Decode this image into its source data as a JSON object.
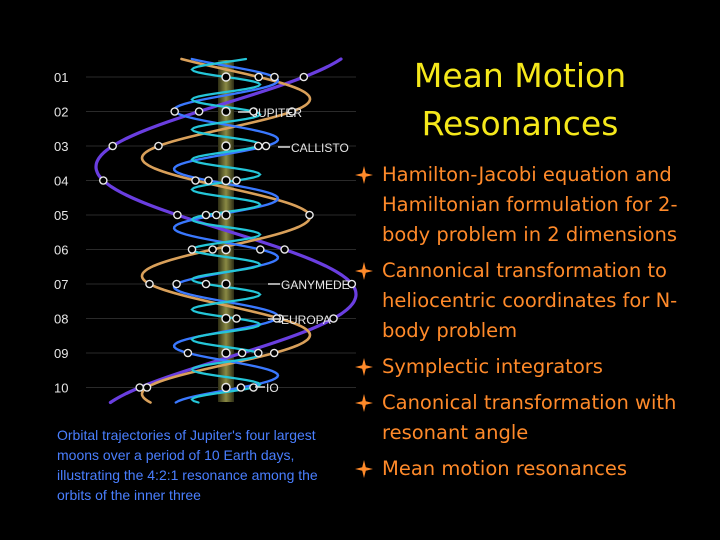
{
  "figure": {
    "time_labels": [
      "01",
      "02",
      "03",
      "04",
      "05",
      "06",
      "07",
      "08",
      "09",
      "10"
    ],
    "moon_labels": {
      "jupiter": "JUPITER",
      "callisto": "CALLISTO",
      "ganymede": "GANYMEDE",
      "europa": "EUROPA",
      "io": "IO"
    },
    "colors": {
      "callisto": "#6a3ee0",
      "ganymede": "#d9a05a",
      "europa": "#3a78ff",
      "io": "#24c6d8",
      "jupiter": "#8a8a44"
    }
  },
  "caption": "Orbital trajectories of Jupiter's four largest moons over a period of 10 Earth days, illustrating the 4:2:1 resonance among the orbits of the inner three",
  "title": {
    "line1": "Mean Motion",
    "line2": "Resonances",
    "color": "#f5e81b"
  },
  "bullets": [
    "Hamilton-Jacobi equation and Hamiltonian formulation for 2-body problem in 2 dimensions",
    "Cannonical transformation to heliocentric coordinates for N-body problem",
    "Symplectic integrators",
    "Canonical transformation with resonant angle",
    "Mean motion resonances"
  ],
  "bullet_color": "#ff8a2a",
  "bullet_icon": "four-point-star-icon"
}
